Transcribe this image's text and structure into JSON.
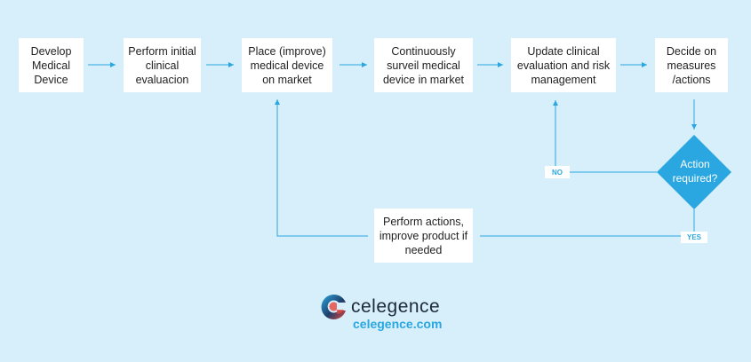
{
  "flow": {
    "steps": [
      "Develop\nMedical\nDevice",
      "Perform initial\nclinical\nevaluacion",
      "Place (improve)\nmedical device\non market",
      "Continuously\nsurveil medical\ndevice in market",
      "Update clinical\nevaluation and risk\nmanagement",
      "Decide on\nmeasures\n/actions"
    ],
    "decision": "Action\nrequired?",
    "no_label": "NO",
    "yes_label": "YES",
    "action_step": "Perform actions,\nimprove product if\nneeded"
  },
  "brand": {
    "name": "celegence",
    "url": "celegence.com"
  },
  "colors": {
    "background": "#d6effa",
    "accent": "#2aa7e0",
    "box": "#ffffff"
  }
}
